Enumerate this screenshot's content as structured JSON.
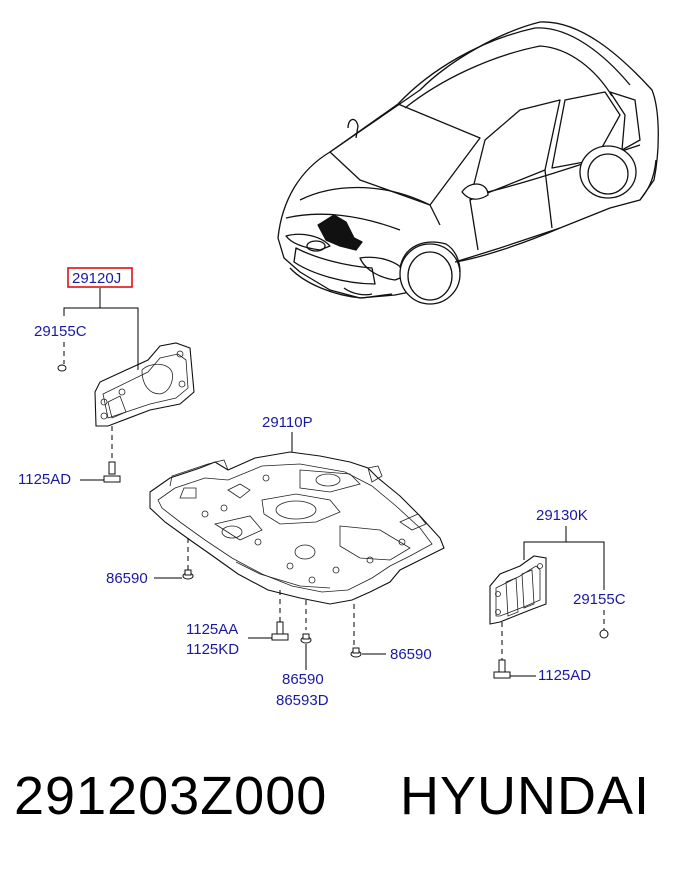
{
  "labels": {
    "highlight": "29120J",
    "clip_top_left": "29155C",
    "bolt_left": "1125AD",
    "main_cover": "29110P",
    "clip_left": "86590",
    "bolt_center_a": "1125AA",
    "bolt_center_b": "1125KD",
    "clip_bottom_a": "86590",
    "clip_bottom_b": "86593D",
    "clip_right": "86590",
    "right_cover": "29130K",
    "clip_right_side": "29155C",
    "bolt_right": "1125AD"
  },
  "footer": {
    "part_number": "291203Z000",
    "brand": "HYUNDAI"
  },
  "colors": {
    "label_text": "#1a1aa0",
    "highlight_box": "#e01010"
  }
}
